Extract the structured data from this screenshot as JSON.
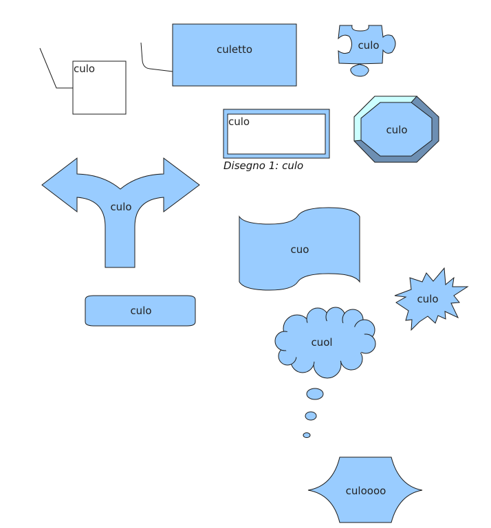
{
  "colors": {
    "fill": "#99ccff",
    "stroke": "#1a1a1a",
    "bevel_light": "#ccffff",
    "bevel_dark": "#6d8fb3"
  },
  "shapes": {
    "callout_square": {
      "label": "culo"
    },
    "callout_rect": {
      "label": "culetto"
    },
    "puzzle": {
      "label": "culo"
    },
    "framed_text": {
      "label": "culo"
    },
    "caption": {
      "text": "Disegno 1: culo"
    },
    "octagon_bevel": {
      "label": "culo"
    },
    "split_arrow": {
      "label": "culo"
    },
    "wave_flag": {
      "label": "cuo"
    },
    "rounded_bar": {
      "label": "culo"
    },
    "explosion": {
      "label": "culo"
    },
    "thought_cloud": {
      "label": "cuol"
    },
    "concave_plaque": {
      "label": "culoooo"
    }
  }
}
